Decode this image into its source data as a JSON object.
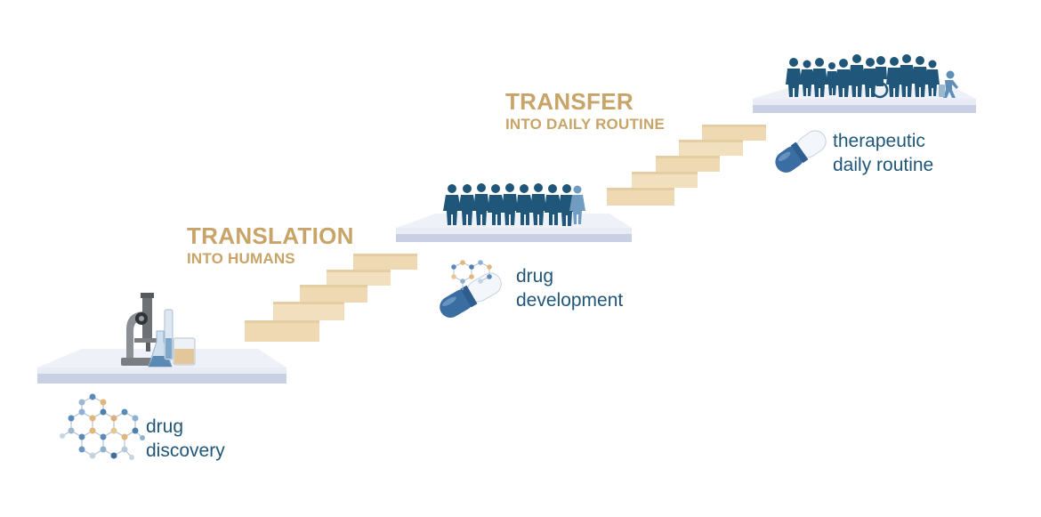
{
  "stages": [
    {
      "line1": "drug",
      "line2": "discovery",
      "icon": "molecule-icon"
    },
    {
      "line1": "drug",
      "line2": "development",
      "icon": "capsule-molecule-icon"
    },
    {
      "line1": "therapeutic",
      "line2": "daily routine",
      "icon": "capsule-icon"
    }
  ],
  "steps": [
    {
      "title": "TRANSLATION",
      "subtitle": "INTO HUMANS"
    },
    {
      "title": "TRANSFER",
      "subtitle": "INTO DAILY ROUTINE"
    }
  ],
  "colors": {
    "heading": "#c8a468",
    "label": "#1f5679",
    "stair": "#eed9b3",
    "platform_top": "#e9ecf4",
    "platform_front": "#c9d0e3",
    "people": "#1f5679"
  }
}
